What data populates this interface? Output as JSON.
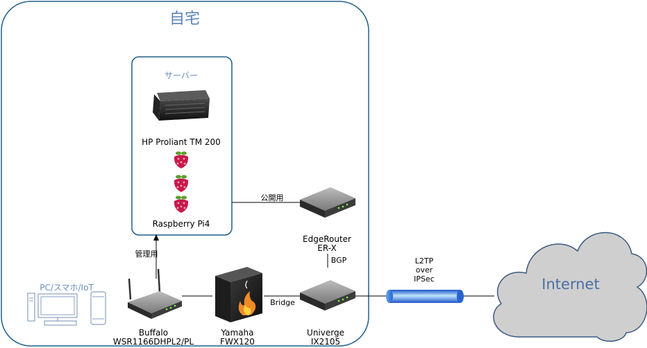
{
  "home": {
    "title": "自宅"
  },
  "server_group": {
    "title": "サーバー",
    "hp_label": "HP Proliant TM 200",
    "rpi_label": "Raspberry Pi4"
  },
  "clients": {
    "label": "PC/スマホ/IoT"
  },
  "devices": {
    "buffalo": {
      "line1": "Buffalo",
      "line2": "WSR1166DHPL2/PL"
    },
    "yamaha": {
      "line1": "Yamaha",
      "line2": "FWX120"
    },
    "univerge": {
      "line1": "Univerge",
      "line2": "IX2105"
    },
    "edgerouter": {
      "line1": "EdgeRouter",
      "line2": "ER-X"
    }
  },
  "links": {
    "management": "管理用",
    "public": "公開用",
    "bgp": "BGP",
    "bridge": "Bridge",
    "tunnel_line1": "L2TP",
    "tunnel_line2": "over",
    "tunnel_line3": "IPSec"
  },
  "cloud": {
    "label": "Internet"
  },
  "colors": {
    "border_blue": "#1f5e8a",
    "group_label": "#6c8ebf",
    "cloud_fill": "#cfcfcf",
    "cloud_text": "#4a6fa5",
    "pipe_blue": "#3a7be0"
  }
}
